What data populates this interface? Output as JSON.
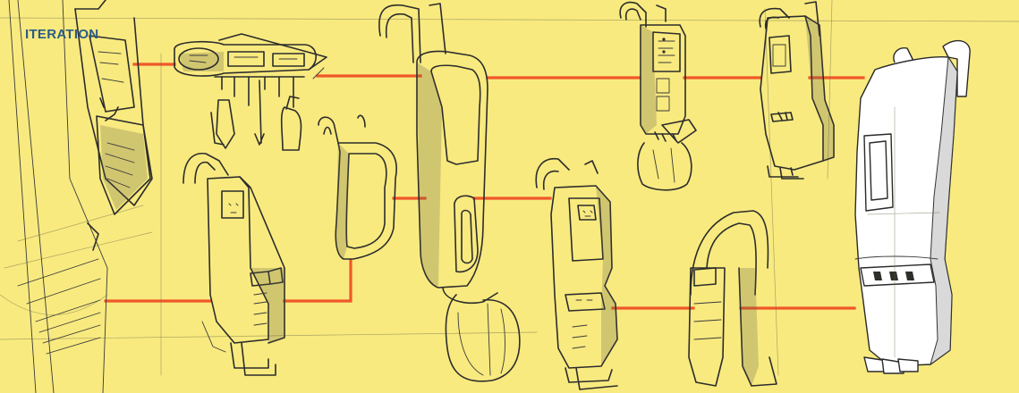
{
  "title": "ITERATION",
  "colors": {
    "background": "#f8ea7f",
    "title": "#2c5b86",
    "connector": "#f0582a",
    "ink": "#2c2c2c"
  },
  "sketches": [
    "wall-mounted-dispenser-sketch",
    "overhead-rail-with-hooks-sketch",
    "hanging-caddy-sketch-1",
    "curved-handle-sketch",
    "tall-hook-organizer-sketch",
    "control-panel-caddy-sketch",
    "hanging-caddy-sketch-2",
    "hanging-caddy-sketch-3",
    "arched-bracket-sketch",
    "final-white-caddy-render"
  ]
}
